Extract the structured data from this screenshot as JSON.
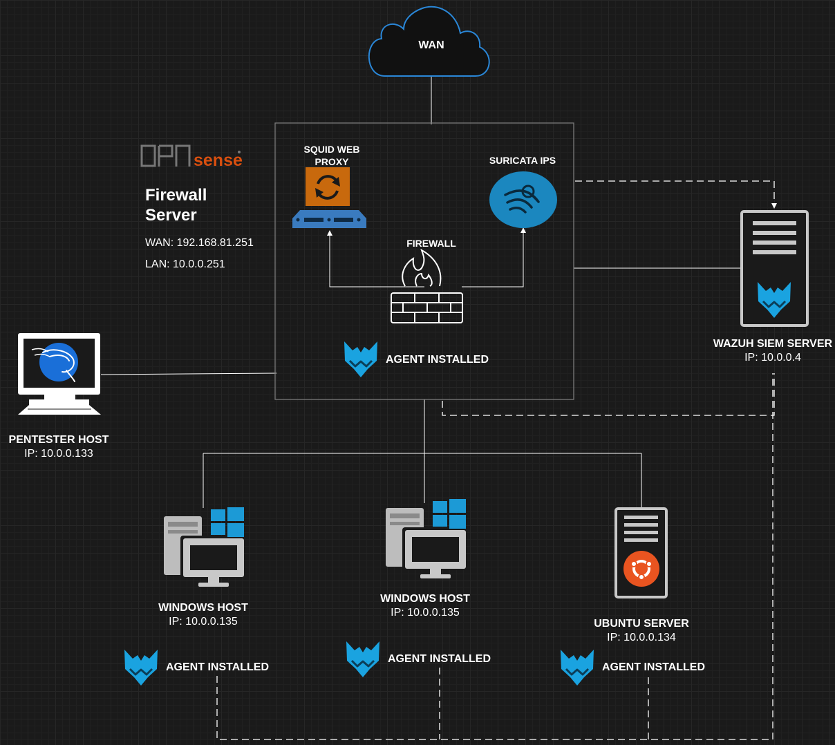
{
  "wan": {
    "label": "WAN"
  },
  "firewall": {
    "logo_left": "OPN",
    "logo_right": "sense",
    "title_line1": "Firewall",
    "title_line2": "Server",
    "wan_ip": "WAN: 192.168.81.251",
    "lan_ip": "LAN: 10.0.0.251",
    "squid_line1": "SQUID WEB",
    "squid_line2": "PROXY",
    "suricata": "SURICATA IPS",
    "firewall": "FIREWALL",
    "agent": "AGENT INSTALLED"
  },
  "wazuh": {
    "title": "WAZUH SIEM SERVER",
    "ip": "IP: 10.0.0.4"
  },
  "pentester": {
    "title": "PENTESTER HOST",
    "ip": "IP: 10.0.0.133"
  },
  "windows1": {
    "title": "WINDOWS HOST",
    "ip": "IP: 10.0.0.135",
    "agent": "AGENT INSTALLED"
  },
  "windows2": {
    "title": "WINDOWS HOST",
    "ip": "IP: 10.0.0.135",
    "agent": "AGENT INSTALLED"
  },
  "ubuntu": {
    "title": "UBUNTU SERVER",
    "ip": "IP: 10.0.0.134",
    "agent": "AGENT INSTALLED"
  },
  "colors": {
    "background": "#1a1a1a",
    "wazuh_blue": "#1aa3e0",
    "cloud_stroke": "#2a87d8",
    "squid_orange": "#c8690d",
    "proxy_blue": "#3a7bbf",
    "suricata_blue": "#1b87bf",
    "ubuntu_orange": "#e95420",
    "windows_blue": "#1c9ad6",
    "kali_blue": "#1a6fd8",
    "device_gray": "#c8c8c8"
  }
}
